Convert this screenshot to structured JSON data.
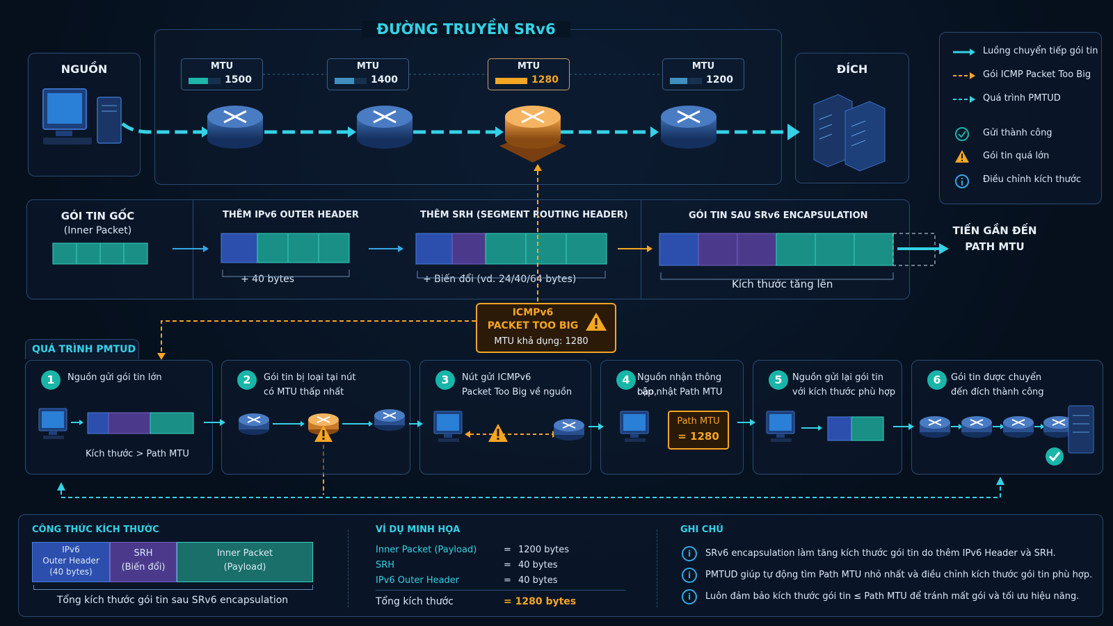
{
  "title": "ĐƯỜNG TRUYỀN SRv6",
  "source_label": "NGUỒN",
  "dest_label": "ĐÍCH",
  "mtu": [
    {
      "label": "MTU",
      "value": "1500",
      "level": 1.0,
      "color": "#1fb5a8"
    },
    {
      "label": "MTU",
      "value": "1400",
      "level": 0.93,
      "color": "#3f8fbf"
    },
    {
      "label": "MTU",
      "value": "1280",
      "level": 0.85,
      "color": "#f5a623"
    },
    {
      "label": "MTU",
      "value": "1200",
      "level": 0.8,
      "color": "#3f8fbf"
    }
  ],
  "legend": {
    "forward": "Luồng chuyển tiếp gói tin",
    "icmp": "Gói ICMP Packet Too Big",
    "pmtud": "Quá trình PMTUD",
    "success": "Gửi thành công",
    "too_big": "Gói tin quá lớn",
    "adjust": "Điều chỉnh kích thước"
  },
  "encap": {
    "original_title": "GÓI TIN GỐC",
    "original_sub": "(Inner Packet)",
    "ipv6_title": "THÊM IPv6 OUTER HEADER",
    "ipv6_note": "+ 40 bytes",
    "srh_title": "THÊM SRH (SEGMENT ROUTING HEADER)",
    "srh_note": "+ Biến đổi (vd. 24/40/64 bytes)",
    "after_title": "GÓI TIN SAU SRv6 ENCAPSULATION",
    "after_note": "Kích thước tăng lên",
    "toward_line1": "TIẾN GẦN ĐẾN",
    "toward_line2": "PATH MTU"
  },
  "icmp_box": {
    "line1": "ICMPv6",
    "line2": "PACKET TOO BIG",
    "line3": "MTU khả dụng: 1280"
  },
  "pmtud_title": "QUÁ TRÌNH PMTUD",
  "steps": [
    {
      "num": "1",
      "line1": "Nguồn gửi gói tin lớn",
      "line2": "",
      "note": "Kích thước > Path MTU"
    },
    {
      "num": "2",
      "line1": "Gói tin bị loại tại nút",
      "line2": "có MTU thấp nhất"
    },
    {
      "num": "3",
      "line1": "Nút gửi ICMPv6",
      "line2": "Packet Too Big về nguồn"
    },
    {
      "num": "4",
      "line1": "Nguồn nhận thông báo,",
      "line2": "cập nhật Path MTU",
      "box1": "Path MTU",
      "box2": "= 1280"
    },
    {
      "num": "5",
      "line1": "Nguồn gửi lại gói tin",
      "line2": "với kích thước phù hợp"
    },
    {
      "num": "6",
      "line1": "Gói tin được chuyển",
      "line2": "đến đích thành công"
    }
  ],
  "formula": {
    "title": "CÔNG THỨC KÍCH THƯỚC",
    "ipv6_1": "IPv6",
    "ipv6_2": "Outer Header",
    "ipv6_3": "(40 bytes)",
    "srh_1": "SRH",
    "srh_2": "(Biến đổi)",
    "inner_1": "Inner Packet",
    "inner_2": "(Payload)",
    "caption": "Tổng kích thước gói tin sau SRv6 encapsulation"
  },
  "example": {
    "title": "VÍ DỤ MINH HỌA",
    "rows": [
      {
        "name": "Inner Packet (Payload)",
        "eq": "=",
        "val": "1200 bytes"
      },
      {
        "name": "SRH",
        "eq": "=",
        "val": "40 bytes"
      },
      {
        "name": "IPv6 Outer Header",
        "eq": "=",
        "val": "40 bytes"
      }
    ],
    "total_name": "Tổng kích thước",
    "total_val": "= 1280 bytes"
  },
  "notes": {
    "title": "GHI CHÚ",
    "items": [
      "SRv6 encapsulation làm tăng kích thước gói tin do thêm IPv6 Header và SRH.",
      "PMTUD giúp tự động tìm Path MTU nhỏ nhất và điều chỉnh kích thước gói tin phù hợp.",
      "Luôn đảm bảo kích thước gói tin ≤ Path MTU để tránh mất gói và tối ưu hiệu năng."
    ]
  },
  "colors": {
    "cyan": "#35d1e6",
    "orange": "#f5a623",
    "teal": "#1a8f86",
    "blue": "#2c4fae",
    "purple": "#4b3a8c"
  }
}
